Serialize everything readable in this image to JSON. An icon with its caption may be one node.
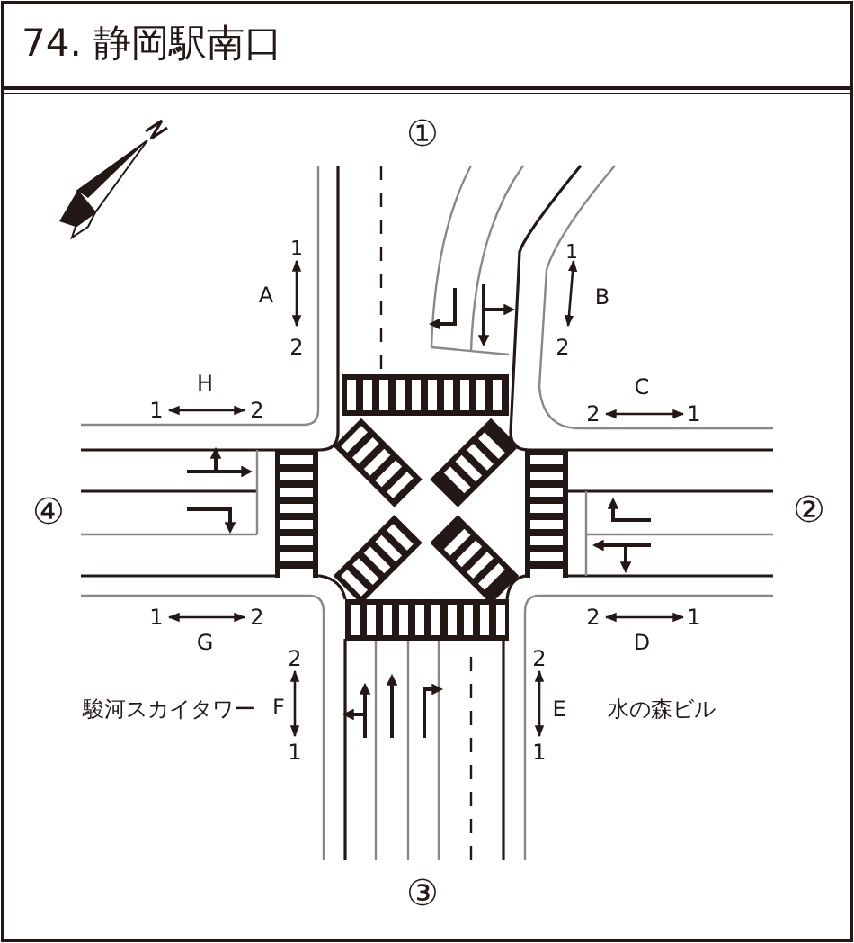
{
  "diagram": {
    "title": "74. 静岡駅南口",
    "labels": [
      "①",
      "1",
      "A",
      "2",
      "1",
      "B",
      "2",
      "H",
      "1",
      "2",
      "C",
      "2",
      "1",
      "④",
      "②",
      "1",
      "2",
      "G",
      "2",
      "1",
      "D",
      "2",
      "駿河スカイタワー",
      "F",
      "1",
      "2",
      "E",
      "水の森ビル",
      "1",
      "③"
    ]
  }
}
